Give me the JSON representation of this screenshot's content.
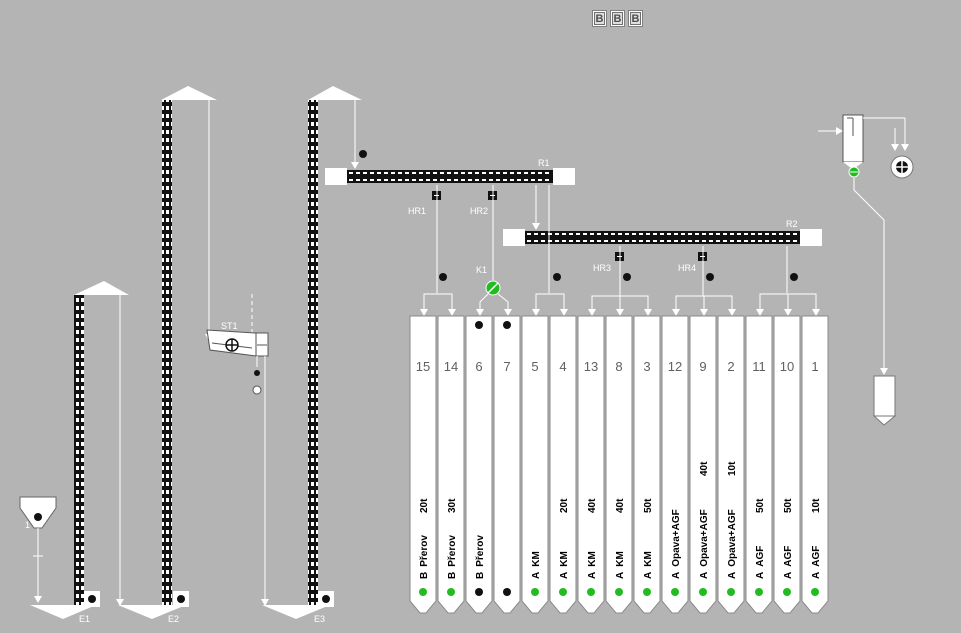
{
  "toolbar": {
    "buttons": [
      "B",
      "B",
      "B"
    ]
  },
  "elevators": [
    {
      "label": "E1"
    },
    {
      "label": "E2"
    },
    {
      "label": "E3"
    }
  ],
  "conveyors": [
    {
      "label": "R1"
    },
    {
      "label": "R2"
    }
  ],
  "gates": [
    "HR1",
    "HR2",
    "HR3",
    "HR4"
  ],
  "valve_label": "K1",
  "scale_label": "ST1",
  "intake_label": "1",
  "bins": [
    {
      "number": "15",
      "product": "B",
      "name": "Přerov",
      "qty": "20t"
    },
    {
      "number": "14",
      "product": "B",
      "name": "Přerov",
      "qty": "30t"
    },
    {
      "number": "6",
      "product": "B",
      "name": "Přerov",
      "qty": ""
    },
    {
      "number": "7",
      "product": "",
      "name": "",
      "qty": ""
    },
    {
      "number": "5",
      "product": "A",
      "name": "KM",
      "qty": ""
    },
    {
      "number": "4",
      "product": "A",
      "name": "KM",
      "qty": "20t"
    },
    {
      "number": "13",
      "product": "A",
      "name": "KM",
      "qty": "40t"
    },
    {
      "number": "8",
      "product": "A",
      "name": "KM",
      "qty": "40t"
    },
    {
      "number": "3",
      "product": "A",
      "name": "KM",
      "qty": "50t"
    },
    {
      "number": "12",
      "product": "A",
      "name": "Opava+AGF",
      "qty": ""
    },
    {
      "number": "9",
      "product": "A",
      "name": "Opava+AGF",
      "qty": "40t"
    },
    {
      "number": "2",
      "product": "A",
      "name": "Opava+AGF",
      "qty": "10t"
    },
    {
      "number": "11",
      "product": "A",
      "name": "AGF",
      "qty": "50t"
    },
    {
      "number": "10",
      "product": "A",
      "name": "AGF",
      "qty": "50t"
    },
    {
      "number": "1",
      "product": "A",
      "name": "AGF",
      "qty": "10t"
    }
  ],
  "bin_indicators": [
    "green",
    "green",
    "black",
    "black",
    "green",
    "green",
    "green",
    "green",
    "green",
    "green",
    "green",
    "green",
    "green",
    "green",
    "green"
  ],
  "colors": {
    "background": "#b4b4b4",
    "run": "#22bb22",
    "idle": "#111111",
    "line": "#ffffff"
  }
}
